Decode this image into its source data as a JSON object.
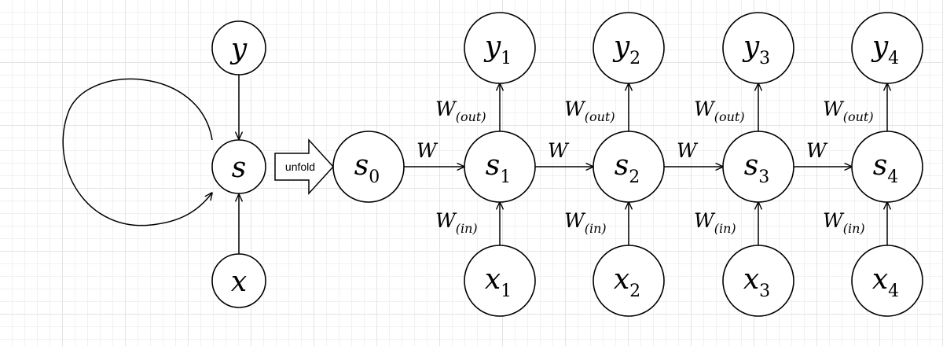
{
  "folded": {
    "output": "y",
    "state": "s",
    "input": "x"
  },
  "unfold_label": "unfold",
  "initial_state": {
    "name": "s",
    "sub": "0"
  },
  "timesteps": [
    {
      "y": "y",
      "y_sub": "1",
      "s": "s",
      "s_sub": "1",
      "x": "x",
      "x_sub": "1"
    },
    {
      "y": "y",
      "y_sub": "2",
      "s": "s",
      "s_sub": "2",
      "x": "x",
      "x_sub": "2"
    },
    {
      "y": "y",
      "y_sub": "3",
      "s": "s",
      "s_sub": "3",
      "x": "x",
      "x_sub": "3"
    },
    {
      "y": "y",
      "y_sub": "4",
      "s": "s",
      "s_sub": "4",
      "x": "x",
      "x_sub": "4"
    }
  ],
  "weights": {
    "recurrent": "W",
    "output": {
      "base": "W",
      "sub": "(out)"
    },
    "input": {
      "base": "W",
      "sub": "(in)"
    }
  }
}
